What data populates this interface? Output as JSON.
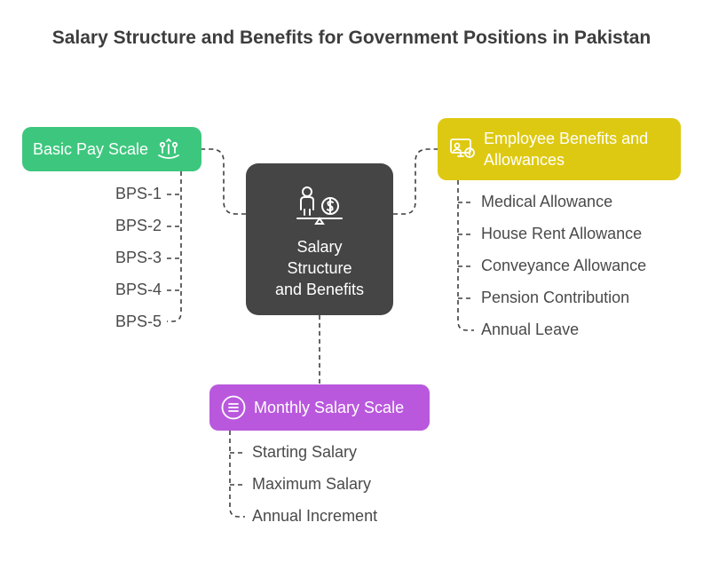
{
  "title": "Salary Structure and Benefits for Government Positions in Pakistan",
  "center": {
    "label_lines": [
      "Salary",
      "Structure",
      "and Benefits"
    ],
    "icon": "person-money-scale-icon"
  },
  "branches": {
    "basic_pay": {
      "label": "Basic Pay Scale",
      "color": "#3dc77e",
      "icon": "money-growth-icon",
      "items": [
        "BPS-1",
        "BPS-2",
        "BPS-3",
        "BPS-4",
        "BPS-5"
      ]
    },
    "benefits": {
      "label_lines": [
        "Employee Benefits and",
        "Allowances"
      ],
      "color": "#dec912",
      "icon": "benefits-monitor-icon",
      "items": [
        "Medical Allowance",
        "House Rent Allowance",
        "Conveyance Allowance",
        "Pension Contribution",
        "Annual Leave"
      ]
    },
    "monthly": {
      "label": "Monthly Salary Scale",
      "color": "#b958dd",
      "icon": "menu-circle-icon",
      "items": [
        "Starting Salary",
        "Maximum Salary",
        "Annual Increment"
      ]
    }
  }
}
